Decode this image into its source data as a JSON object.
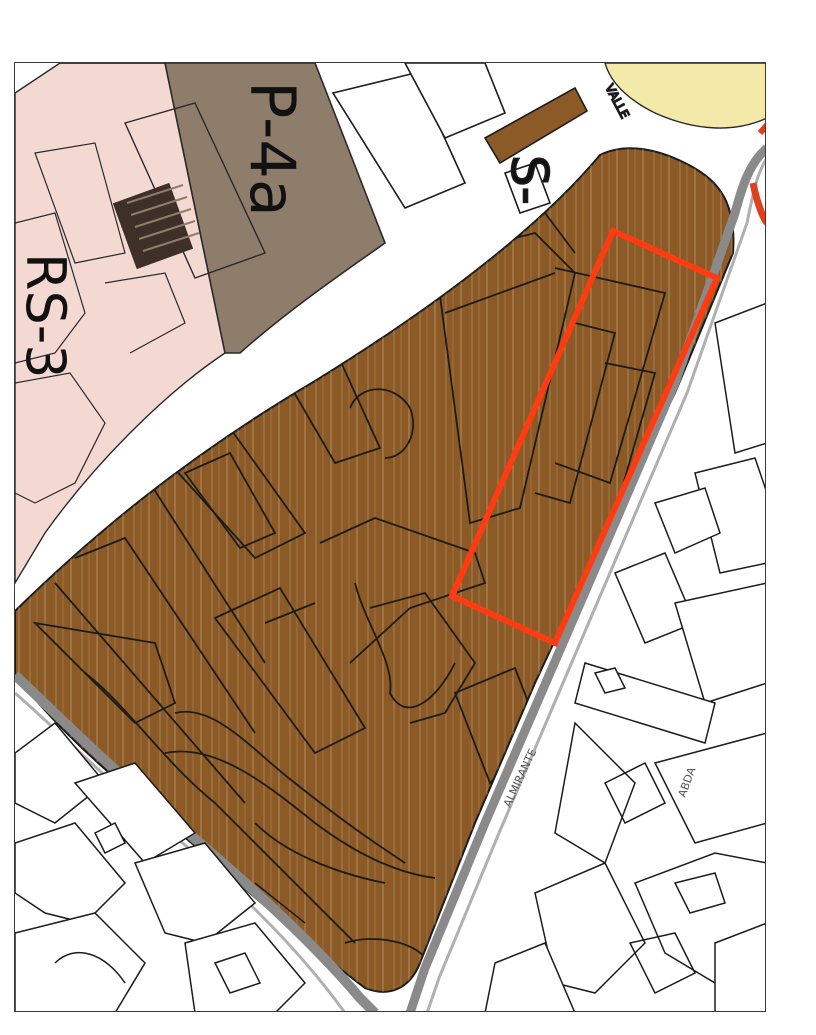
{
  "map": {
    "zones": {
      "p4a": {
        "label": "P-4a",
        "color": "#8f7d6c"
      },
      "s": {
        "label": "S-",
        "color": "#ffffff"
      },
      "rs3": {
        "label": "RS-3",
        "color": "#f4d9d2"
      },
      "park": {
        "label": "",
        "color": "#f3e9a8"
      },
      "main_area": {
        "label": "",
        "color": "#8b5a26"
      }
    },
    "streets": {
      "valle": "VALLE",
      "east_street": "ALMIRANTE",
      "south_street": "ABDA"
    },
    "highlight_color": "#ff3b12",
    "road_color": "#8a8a8a",
    "building_outline_color": "#1c1c1c"
  }
}
